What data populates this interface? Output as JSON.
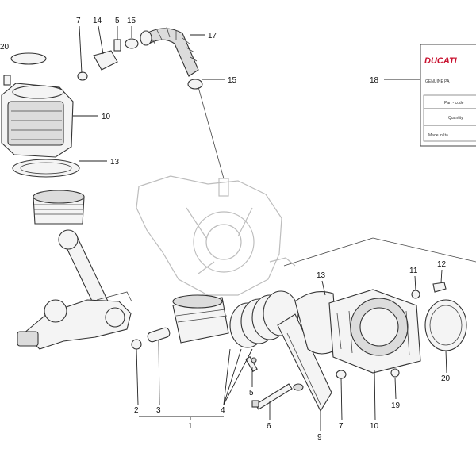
{
  "callouts": {
    "c20_top": "20",
    "c7_top": "7",
    "c14": "14",
    "c5_top": "5",
    "c15_top": "15",
    "c17": "17",
    "c15_mid": "15",
    "c18": "18",
    "c10_top": "10",
    "c13_top": "13",
    "c13_mid": "13",
    "c11": "11",
    "c12": "12",
    "c2": "2",
    "c3": "3",
    "c4": "4",
    "c1": "1",
    "c5_bot": "5",
    "c6": "6",
    "c9": "9",
    "c7_bot": "7",
    "c10_bot": "10",
    "c19": "19",
    "c20_bot": "20"
  },
  "plate": {
    "brand": "DUCATI",
    "line1": "GENUINE PA",
    "line2": "Part - code",
    "line3": "Quantity",
    "line4": "Made in Ita"
  }
}
